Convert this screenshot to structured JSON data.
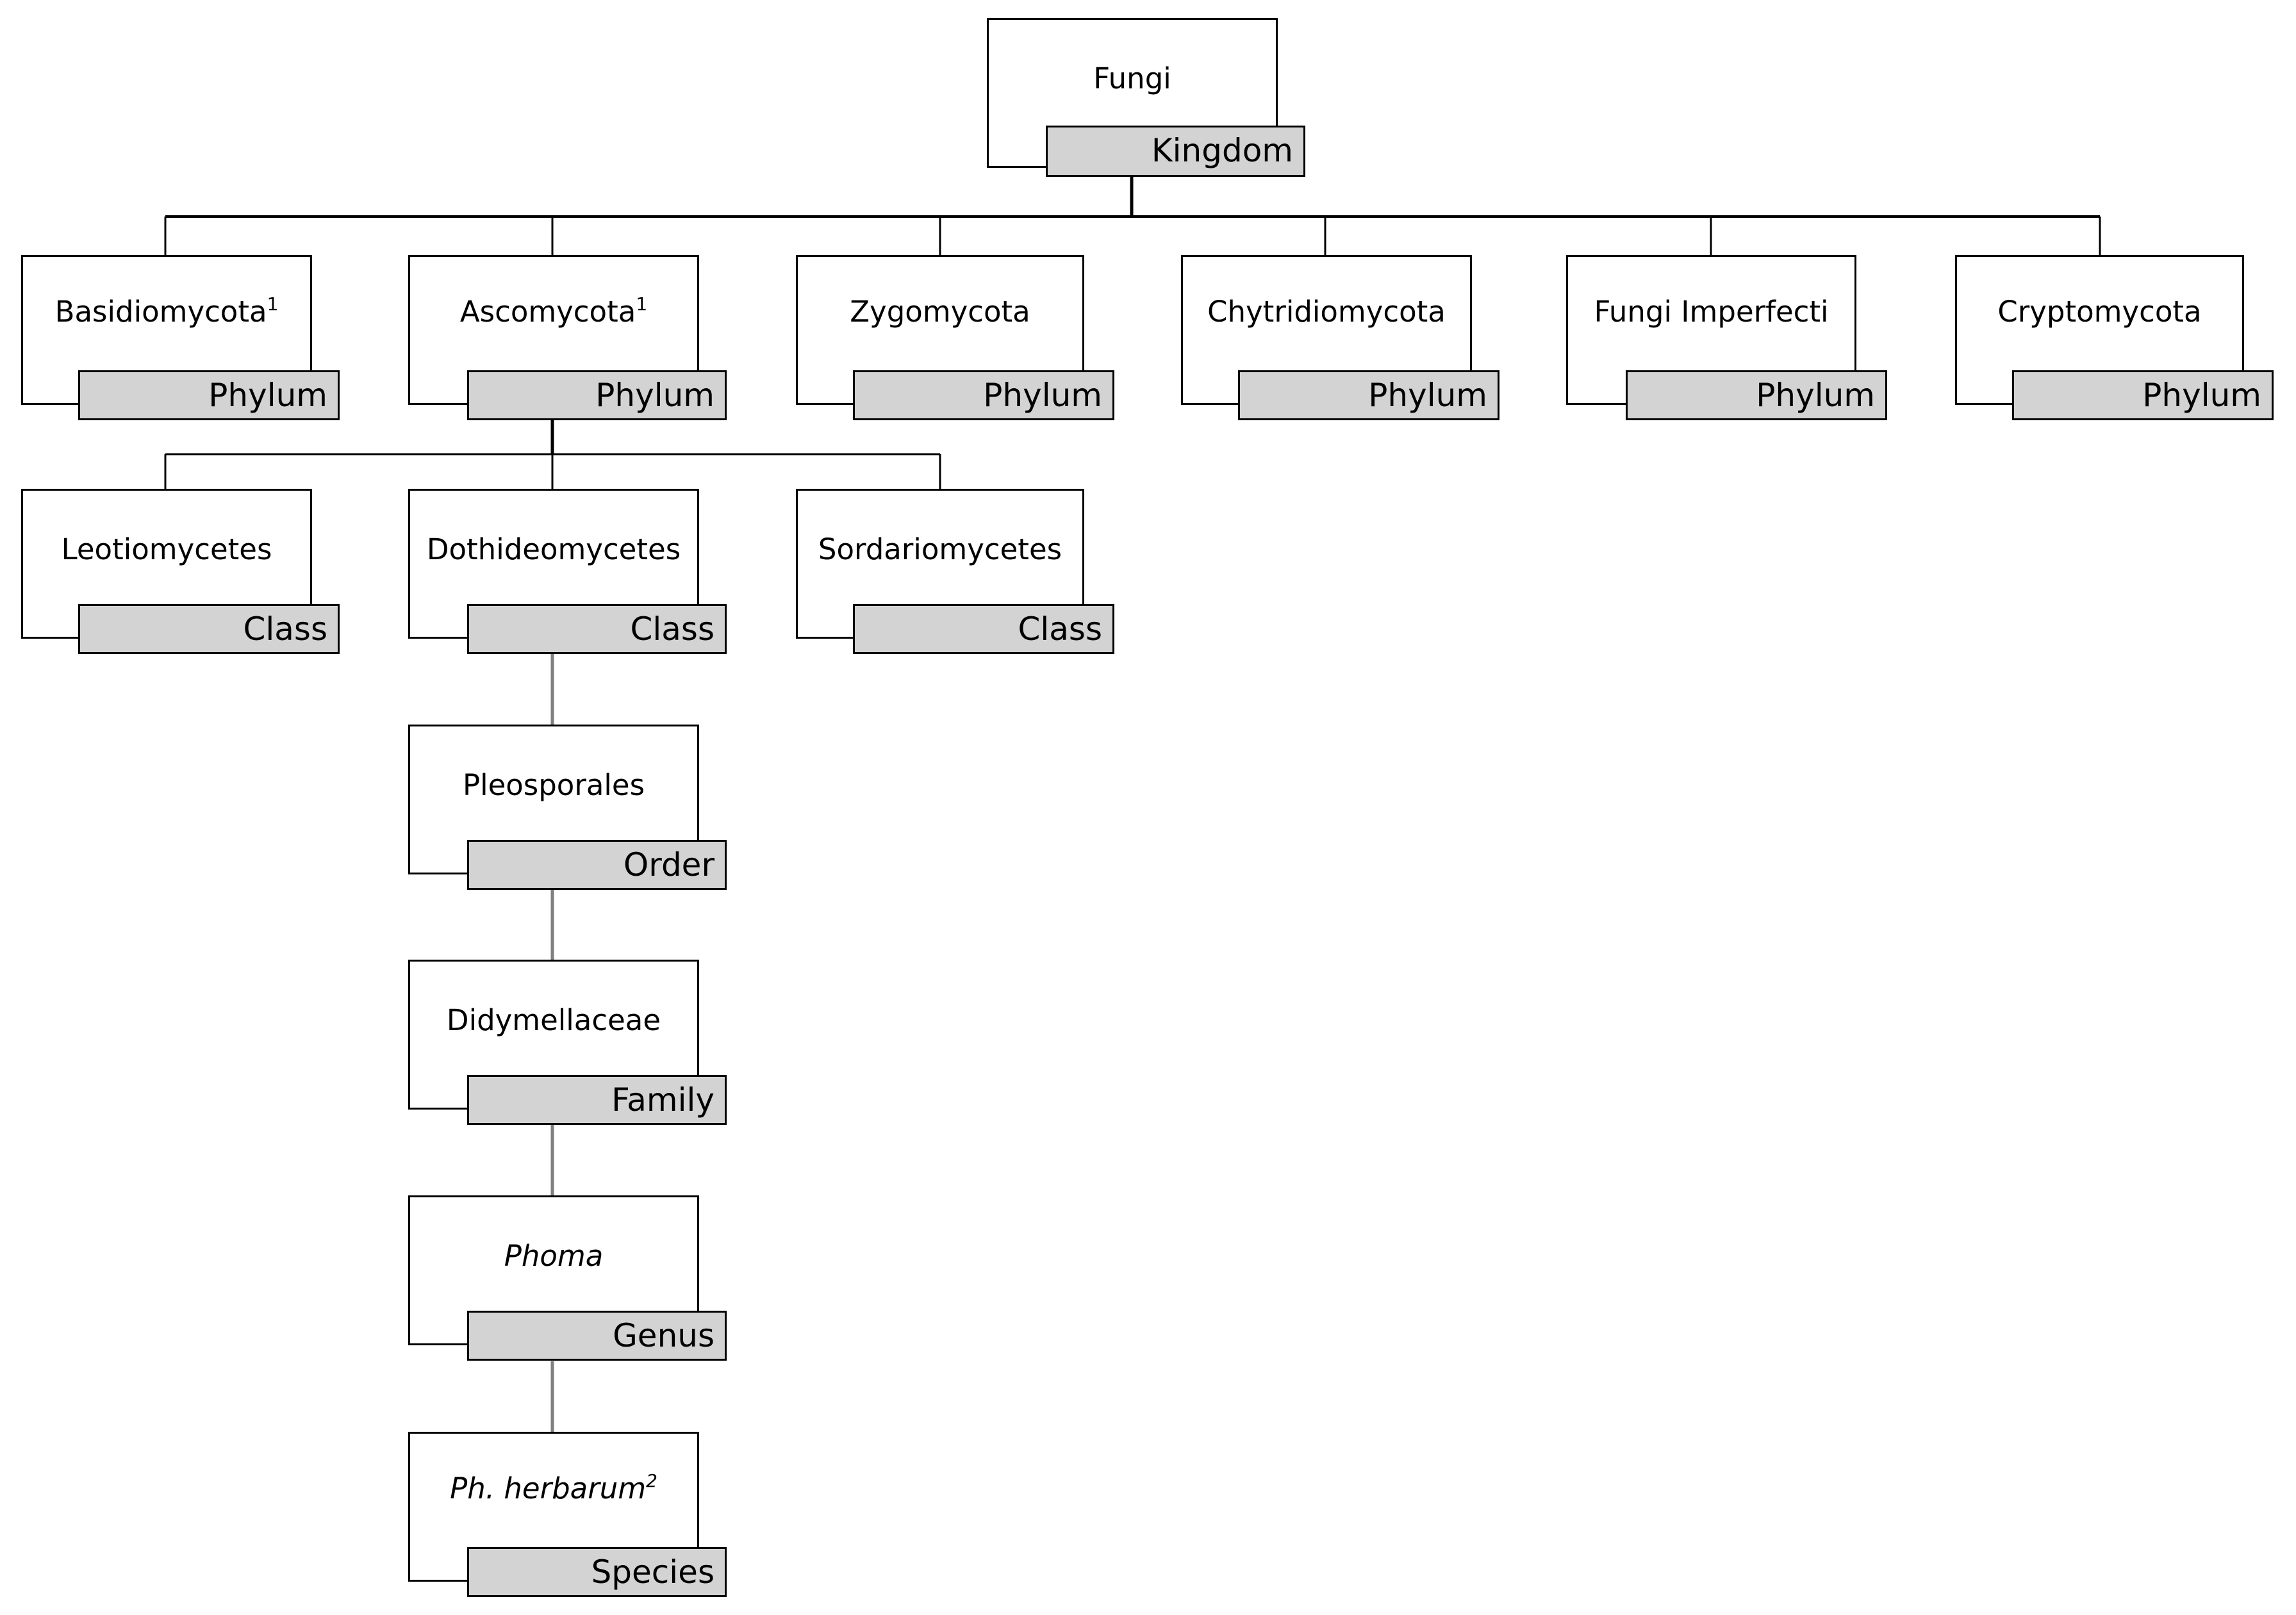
{
  "nodes": {
    "fungi": {
      "name": "Fungi",
      "rank": "Kingdom"
    },
    "basidiomycota": {
      "name": "Basidiomycota",
      "sup": "1",
      "rank": "Phylum"
    },
    "ascomycota": {
      "name": "Ascomycota",
      "sup": "1",
      "rank": "Phylum"
    },
    "zygomycota": {
      "name": "Zygomycota",
      "rank": "Phylum"
    },
    "chytridiomycota": {
      "name": "Chytridiomycota",
      "rank": "Phylum"
    },
    "imperfecti": {
      "name": "Fungi Imperfecti",
      "rank": "Phylum"
    },
    "cryptomycota": {
      "name": "Cryptomycota",
      "rank": "Phylum"
    },
    "leotiomycetes": {
      "name": "Leotiomycetes",
      "rank": "Class"
    },
    "dothideomycetes": {
      "name": "Dothideomycetes",
      "rank": "Class"
    },
    "sordariomycetes": {
      "name": "Sordariomycetes",
      "rank": "Class"
    },
    "pleosporales": {
      "name": "Pleosporales",
      "rank": "Order"
    },
    "didymellaceae": {
      "name": "Didymellaceae",
      "rank": "Family"
    },
    "phoma": {
      "name": "Phoma",
      "rank": "Genus"
    },
    "herbarum": {
      "name": "Ph. herbarum",
      "sup": "2",
      "rank": "Species"
    }
  },
  "colors": {
    "rank_fill": "#d3d3d3",
    "line": "#000000",
    "soft_line": "#7f7f7f"
  }
}
